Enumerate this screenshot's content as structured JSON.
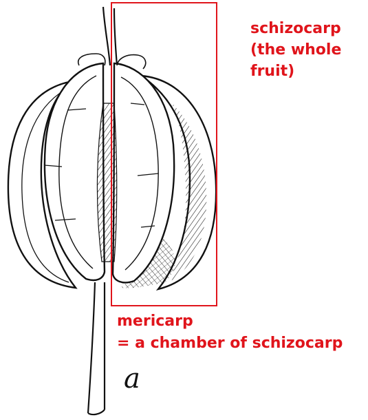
{
  "labels": {
    "schizocarp": {
      "line1": "schizocarp",
      "line2": "(the whole",
      "line3": "fruit)"
    },
    "mericarp": {
      "line1": "mericarp",
      "line2": "= a chamber of schizocarp"
    },
    "panel_letter": "a"
  },
  "colors": {
    "annotation": "#e0141b",
    "ink": "#111111"
  }
}
